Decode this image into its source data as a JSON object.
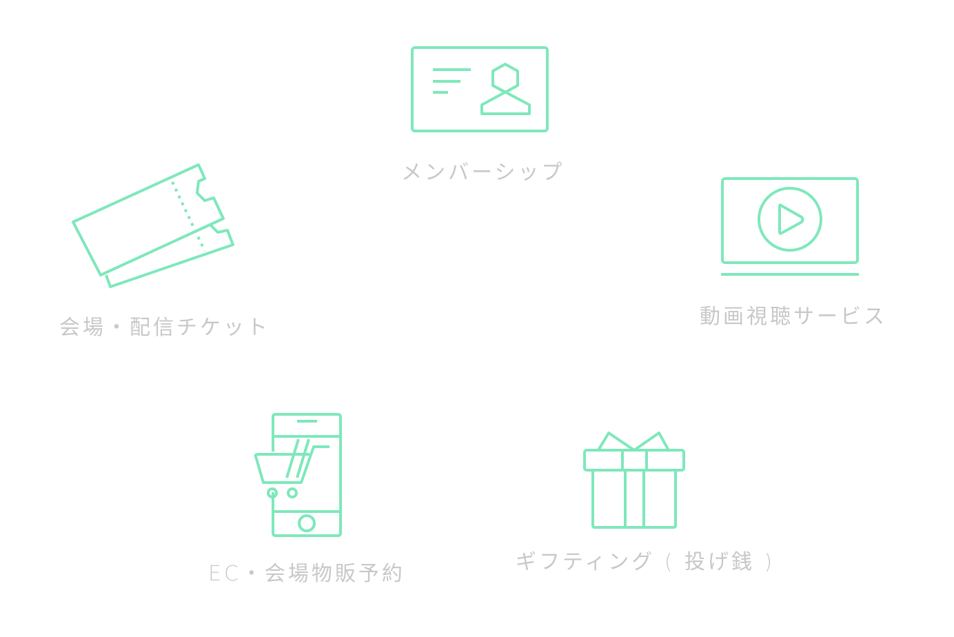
{
  "accent_color": "#7ee8bb",
  "label_color": "#c8c8c8",
  "features": [
    {
      "id": "membership",
      "label": "メンバーシップ",
      "icon": "membership-card-icon"
    },
    {
      "id": "tickets",
      "label": "会場・配信チケット",
      "icon": "ticket-icon"
    },
    {
      "id": "video",
      "label": "動画視聴サービス",
      "icon": "video-play-icon"
    },
    {
      "id": "ec",
      "label": "EC・会場物販予約",
      "icon": "mobile-cart-icon"
    },
    {
      "id": "gifting",
      "label": "ギフティング ( 投げ銭 )",
      "icon": "gift-box-icon"
    }
  ]
}
